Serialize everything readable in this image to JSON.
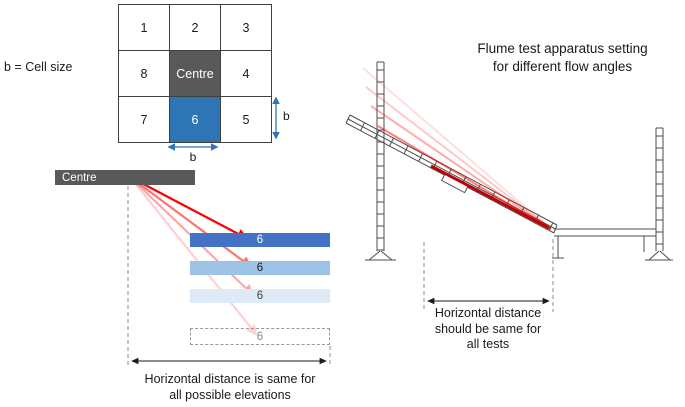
{
  "grid": {
    "legend": "b = Cell size",
    "cells": [
      "1",
      "2",
      "3",
      "8",
      "Centre",
      "4",
      "7",
      "6",
      "5"
    ],
    "dim_v": "b",
    "dim_h": "b"
  },
  "elevation": {
    "centre_bar": "Centre",
    "bars": [
      "6",
      "6",
      "6",
      "6"
    ],
    "caption": "Horizontal distance is same for\nall possible elevations"
  },
  "flume": {
    "title": "Flume test apparatus setting\nfor different flow angles",
    "caption": "Horizontal distance\nshould be same for\nall tests"
  },
  "colors": {
    "centre_gray": "#595959",
    "cell_blue": "#2E75B6",
    "bar_blue_dark": "#4472C4",
    "bar_blue_mid": "#9DC3E6",
    "bar_blue_light": "#DEEBF7",
    "arrow_red": "#FF0000",
    "flow_red_dark": "#C00000",
    "dimension_blue": "#2E75B6",
    "line_gray": "#4d4d4d"
  }
}
